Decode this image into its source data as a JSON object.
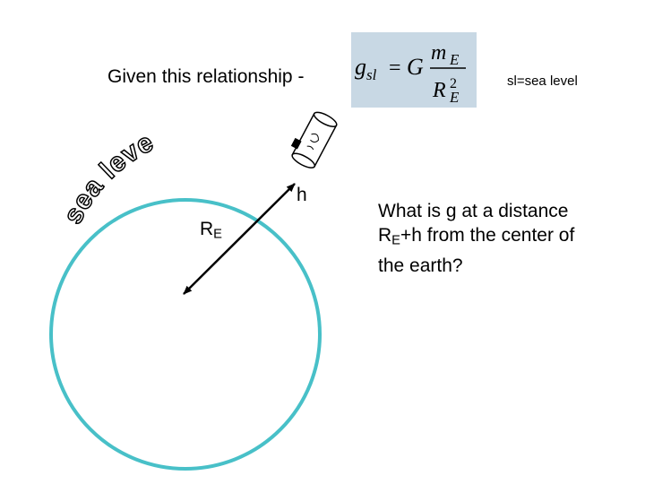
{
  "intro_text": "Given this relationship -",
  "formula": {
    "g": "g",
    "g_sub": "sl",
    "equals": "=",
    "G": "G",
    "m": "m",
    "m_sub": "E",
    "R": "R",
    "R_sub": "E",
    "R_sup": "2"
  },
  "sl_note": "sl=sea level",
  "sea_level_text": "sea level",
  "h_label": "h",
  "radius_label": {
    "main": "R",
    "sub": "E"
  },
  "question": {
    "line1": "What is g at a distance",
    "r": "R",
    "r_sub": "E",
    "line2_rest": "+h from the center of",
    "line3": "the earth?"
  },
  "colors": {
    "earth_outline": "#48c0c8",
    "formula_background": "#c8d8e4",
    "arrow": "#000000"
  }
}
